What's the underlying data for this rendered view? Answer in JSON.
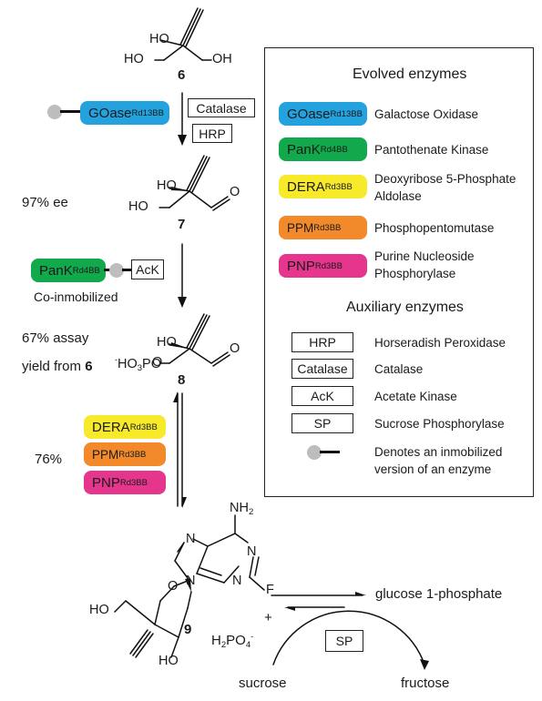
{
  "compounds": {
    "c6": {
      "number": "6",
      "oh1": "HO",
      "oh2": "HO",
      "oh3": "OH"
    },
    "c7": {
      "number": "7",
      "oh1": "HO",
      "oh2": "HO",
      "o": "O"
    },
    "c8": {
      "number": "8",
      "oh1": "HO",
      "phos_minus": "-",
      "phos": "HO",
      "phos_sub": "3",
      "phos_tail": "PO",
      "o": "O"
    },
    "c9": {
      "number": "9",
      "nh2": "NH",
      "nh2_sub": "2",
      "n1": "N",
      "n2": "N",
      "n3": "N",
      "n4": "N",
      "f": "F",
      "ho1": "HO",
      "ho2": "HO",
      "o": "O"
    }
  },
  "left_labels": {
    "ee": "97% ee",
    "assay_line1": "67% assay",
    "assay_line2": "yield from",
    "assay_ref": "6",
    "yield3": "76%",
    "coimmobilized": "Co-inmobilized"
  },
  "enzymes": {
    "goase": {
      "name": "GOase",
      "sub": "Rd13BB"
    },
    "pank": {
      "name": "PanK",
      "sub": "Rd4BB"
    },
    "dera": {
      "name": "DERA",
      "sub": "Rd3BB"
    },
    "ppm": {
      "name": "PPM",
      "sub": "Rd3BB"
    },
    "pnp": {
      "name": "PNP",
      "sub": "Rd3BB"
    }
  },
  "aux_boxes": {
    "catalase": "Catalase",
    "hrp": "HRP",
    "ack": "AcK",
    "sp": "SP"
  },
  "legend": {
    "evolved_title": "Evolved enzymes",
    "auxiliary_title": "Auxiliary enzymes",
    "goase_desc": "Galactose Oxidase",
    "pank_desc": "Pantothenate Kinase",
    "dera_desc_1": "Deoxyribose 5-Phosphate",
    "dera_desc_2": "Aldolase",
    "ppm_desc": "Phosphopentomutase",
    "pnp_desc_1": "Purine Nucleoside",
    "pnp_desc_2": "Phosphorylase",
    "hrp_desc": "Horseradish Peroxidase",
    "catalase_desc": "Catalase",
    "ack_desc": "Acetate Kinase",
    "sp_desc": "Sucrose Phosphorylase",
    "immob_desc_1": "Denotes an inmobilized",
    "immob_desc_2": "version of an enzyme"
  },
  "bottom": {
    "phosphate": "H",
    "phosphate_sub": "2",
    "phosphate_po": "PO",
    "phosphate_sub2": "4",
    "phosphate_sup": "-",
    "plus": "+",
    "glucose": "glucose 1-phosphate",
    "sucrose": "sucrose",
    "fructose": "fructose"
  },
  "colors": {
    "goase": "#23a2dd",
    "pank": "#12a84c",
    "dera": "#f7ea2a",
    "ppm": "#f28a2c",
    "pnp": "#e5358c",
    "immobilization_bead": "#bdbdbd"
  }
}
